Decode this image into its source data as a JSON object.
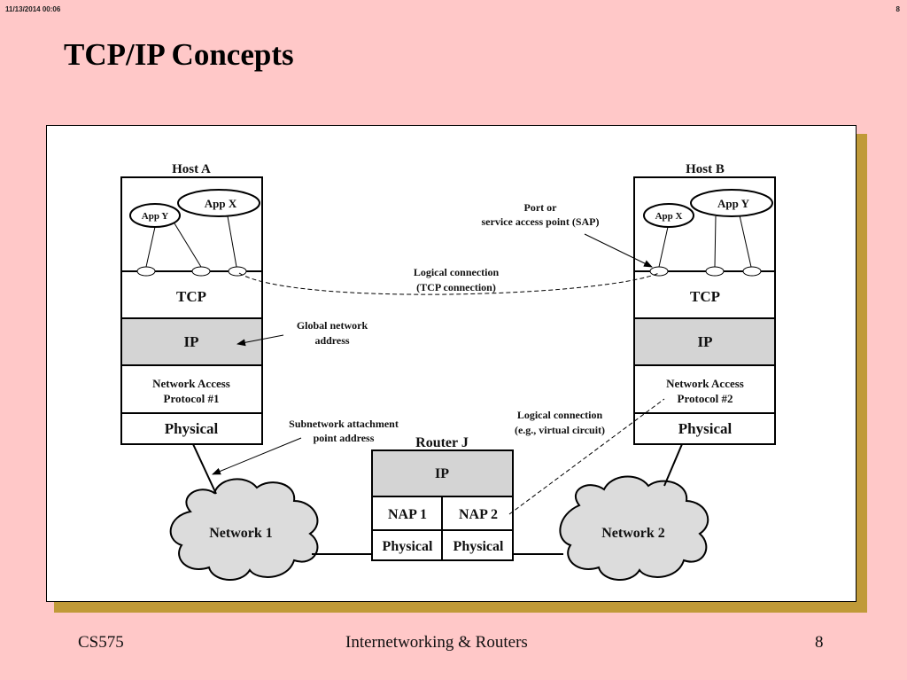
{
  "header": {
    "timestamp": "11/13/2014   00:06",
    "corner_page": "8"
  },
  "slide": {
    "title": "TCP/IP Concepts"
  },
  "diagram": {
    "host_a": {
      "label": "Host A",
      "apps": [
        "App Y",
        "App X"
      ],
      "layers": {
        "tcp": "TCP",
        "ip": "IP",
        "nap_line1": "Network Access",
        "nap_line2": "Protocol #1",
        "physical": "Physical"
      }
    },
    "host_b": {
      "label": "Host B",
      "apps": [
        "App X",
        "App Y"
      ],
      "layers": {
        "tcp": "TCP",
        "ip": "IP",
        "nap_line1": "Network Access",
        "nap_line2": "Protocol #2",
        "physical": "Physical"
      }
    },
    "router": {
      "label": "Router J",
      "ip": "IP",
      "nap1": "NAP 1",
      "nap2": "NAP 2",
      "physical1": "Physical",
      "physical2": "Physical"
    },
    "networks": {
      "network1": "Network 1",
      "network2": "Network 2"
    },
    "annotations": {
      "sap_line1": "Port or",
      "sap_line2": "service access point (SAP)",
      "tcp_conn_line1": "Logical connection",
      "tcp_conn_line2": "(TCP connection)",
      "global_addr_line1": "Global network",
      "global_addr_line2": "address",
      "subnet_addr_line1": "Subnetwork attachment",
      "subnet_addr_line2": "point address",
      "vc_line1": "Logical connection",
      "vc_line2": "(e.g., virtual circuit)"
    },
    "colors": {
      "layer_gray": "#d4d4d4",
      "cloud_gray": "#dcdcdc"
    }
  },
  "footer": {
    "course": "CS575",
    "topic": "Internetworking & Routers",
    "page": "8"
  }
}
